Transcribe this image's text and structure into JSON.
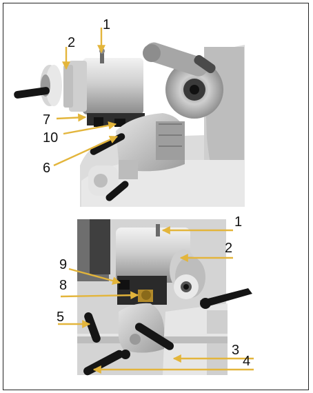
{
  "figure": {
    "top_callouts": [
      {
        "label": "1"
      },
      {
        "label": "2"
      },
      {
        "label": "7"
      },
      {
        "label": "10"
      },
      {
        "label": "6"
      }
    ],
    "bottom_callouts": [
      {
        "label": "1"
      },
      {
        "label": "2"
      },
      {
        "label": "9"
      },
      {
        "label": "8"
      },
      {
        "label": "5"
      },
      {
        "label": "3"
      },
      {
        "label": "4"
      }
    ],
    "colors": {
      "leader": "#e3b53b",
      "metal_light": "#d9d9d9",
      "metal_mid": "#a9a9a9",
      "metal_dark": "#5a5a5a",
      "handle_black": "#151515"
    }
  }
}
